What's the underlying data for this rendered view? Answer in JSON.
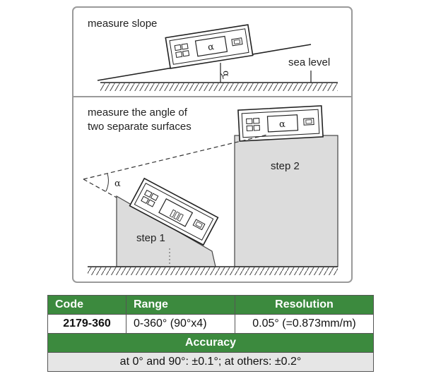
{
  "diagram": {
    "panel_top": {
      "title": "measure slope",
      "sea_level_label": "sea level",
      "angle_symbol": "α",
      "device_symbol": "α"
    },
    "panel_bottom": {
      "title_line1": "measure the angle of",
      "title_line2": "two separate surfaces",
      "angle_symbol": "α",
      "device_symbol": "α",
      "step1_label": "step 1",
      "step2_label": "step 2"
    }
  },
  "spec_table": {
    "headers": {
      "code": "Code",
      "range": "Range",
      "resolution": "Resolution"
    },
    "row": {
      "code": "2179-360",
      "range": "0-360° (90°x4)",
      "resolution": "0.05° (=0.873mm/m)"
    },
    "accuracy_header": "Accuracy",
    "accuracy_value": "at 0° and 90°: ±0.1°; at others: ±0.2°",
    "header_color": "#3c8a3e"
  }
}
